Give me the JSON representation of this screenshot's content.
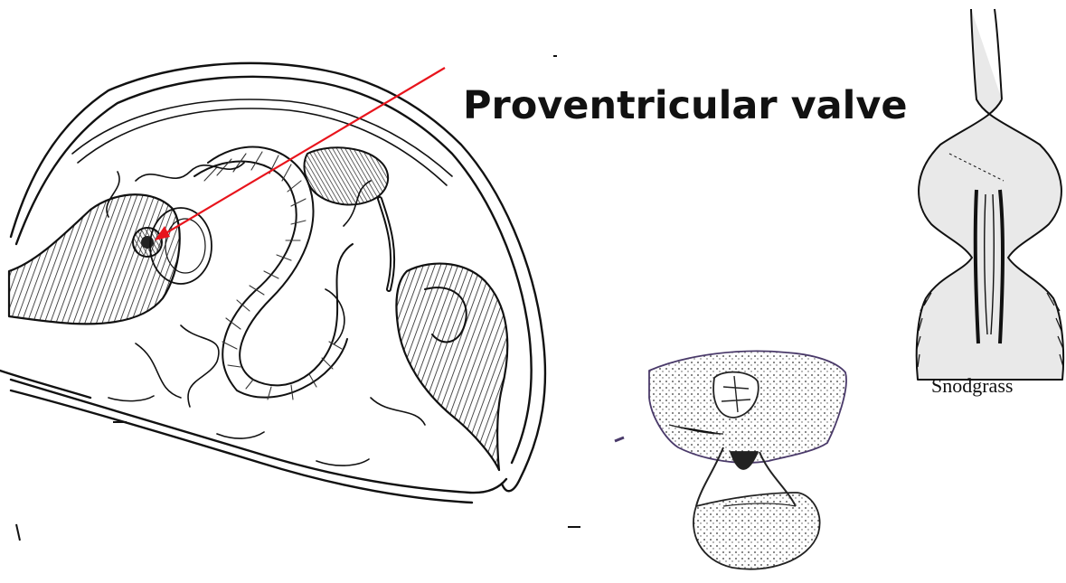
{
  "labels": {
    "main_callout": "Proventricular valve",
    "credit": "Snodgrass"
  },
  "colors": {
    "arrow": "#e8141c",
    "ink": "#111111",
    "fill_light": "#e9e9e9",
    "fill_purple_tint": "#5a3d7a"
  },
  "figures": [
    "insect-body-section-illustration",
    "isolated-proventriculus-illustration",
    "proventriculus-longitudinal-section-illustration"
  ]
}
